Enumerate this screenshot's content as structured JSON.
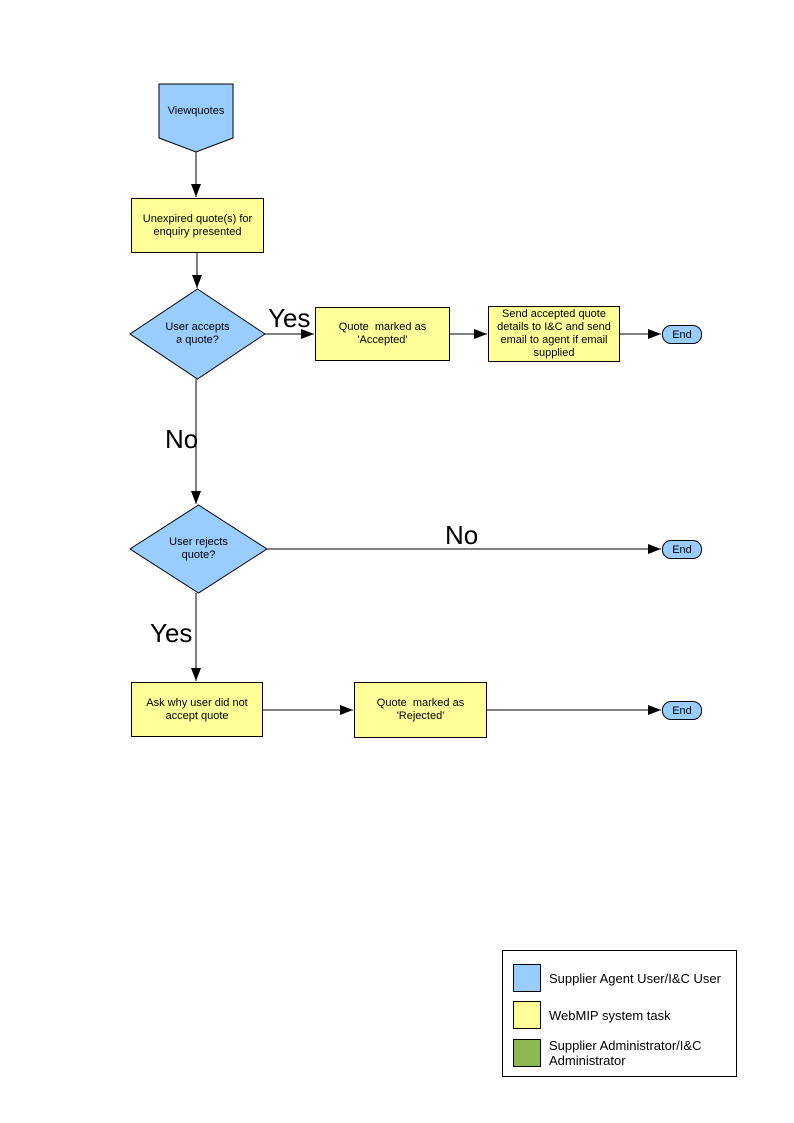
{
  "nodes": {
    "start": {
      "label": "Viewquotes"
    },
    "present_quotes": {
      "label": "Unexpired quote(s) for\nenquiry presented"
    },
    "accepts_decision": {
      "label": "User accepts\na quote?"
    },
    "mark_accepted": {
      "label": "Quote  marked as\n'Accepted'"
    },
    "send_details": {
      "label": "Send accepted quote\ndetails to I&C and send\nemail to agent if email\nsupplied"
    },
    "end_accept": {
      "label": "End"
    },
    "rejects_decision": {
      "label": "User rejects\nquote?"
    },
    "end_no_reject": {
      "label": "End"
    },
    "ask_why": {
      "label": "Ask why user did not\naccept quote"
    },
    "mark_rejected": {
      "label": "Quote  marked as\n'Rejected'"
    },
    "end_reject": {
      "label": "End"
    }
  },
  "edge_labels": {
    "accepts_yes": "Yes",
    "accepts_no": "No",
    "rejects_no": "No",
    "rejects_yes": "Yes"
  },
  "colors": {
    "user_blue": "#99CCFF",
    "task_yellow": "#FFFF99",
    "admin_green": "#8DB750",
    "outline": "#000000"
  },
  "legend": {
    "items": [
      {
        "color": "#99CCFF",
        "label": "Supplier Agent User/I&C User"
      },
      {
        "color": "#FFFF99",
        "label": "WebMIP system task"
      },
      {
        "color": "#8DB750",
        "label": "Supplier Administrator/I&C Administrator"
      }
    ]
  }
}
